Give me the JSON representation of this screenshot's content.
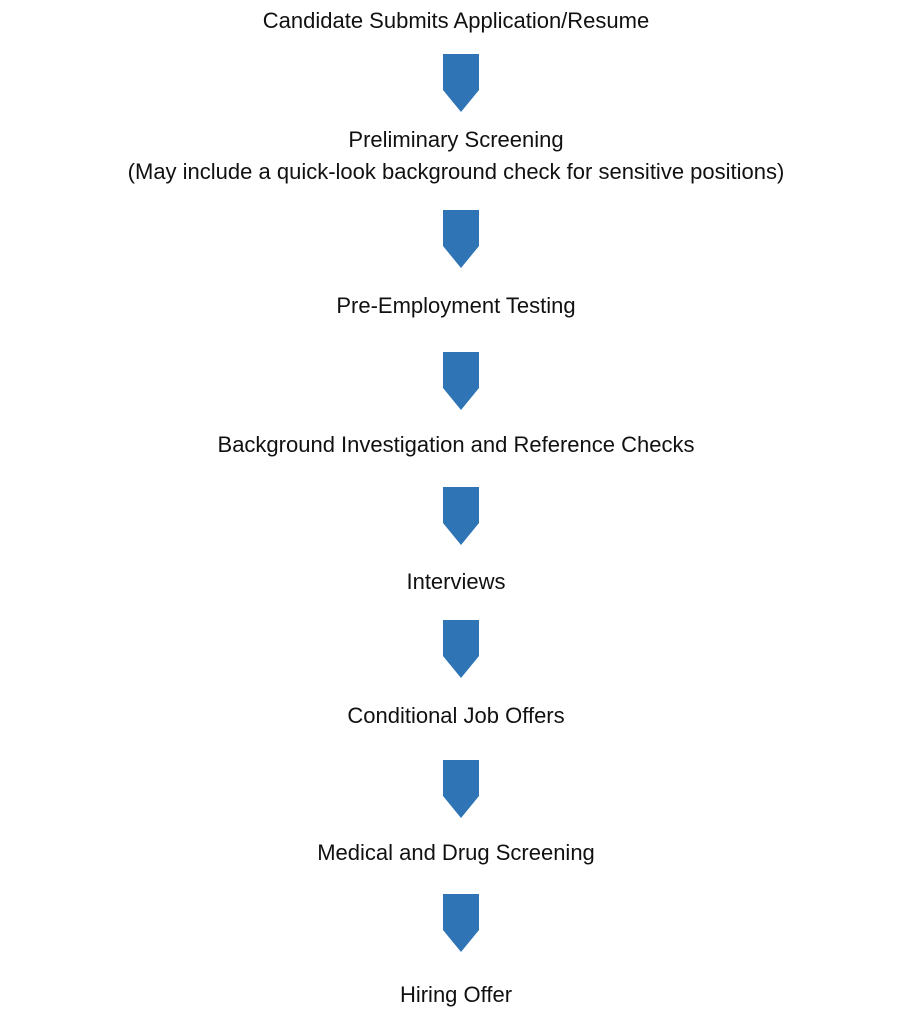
{
  "flowchart": {
    "accent_color": "#2F74B5",
    "steps": [
      {
        "lines": [
          "Candidate Submits Application/Resume"
        ]
      },
      {
        "lines": [
          "Preliminary Screening",
          "(May include a quick-look background check for sensitive positions)"
        ]
      },
      {
        "lines": [
          "Pre-Employment Testing"
        ]
      },
      {
        "lines": [
          "Background Investigation and Reference Checks"
        ]
      },
      {
        "lines": [
          "Interviews"
        ]
      },
      {
        "lines": [
          "Conditional Job Offers"
        ]
      },
      {
        "lines": [
          "Medical and Drug Screening"
        ]
      },
      {
        "lines": [
          "Hiring Offer"
        ]
      }
    ],
    "connector_icon": "chevron-down-arrow-icon"
  }
}
